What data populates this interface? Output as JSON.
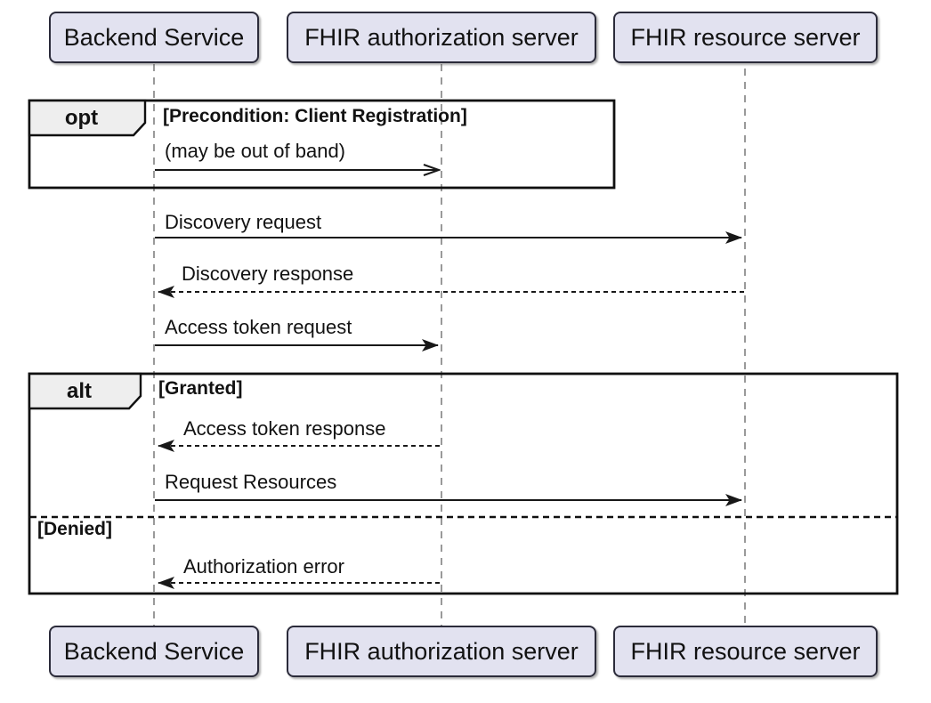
{
  "diagram": {
    "type": "uml-sequence-diagram",
    "participants": [
      {
        "name": "Backend Service"
      },
      {
        "name": "FHIR authorization server"
      },
      {
        "name": "FHIR resource server"
      }
    ],
    "fragments": {
      "opt": {
        "operator": "opt",
        "condition": "[Precondition: Client Registration]"
      },
      "alt": {
        "operator": "alt",
        "branches": [
          {
            "condition": "[Granted]"
          },
          {
            "condition": "[Denied]"
          }
        ]
      }
    },
    "messages": [
      {
        "label": "(may be out of band)",
        "from": "Backend Service",
        "to": "FHIR authorization server",
        "line": "solid",
        "arrowhead": "open"
      },
      {
        "label": "Discovery request",
        "from": "Backend Service",
        "to": "FHIR resource server",
        "line": "solid",
        "arrowhead": "filled"
      },
      {
        "label": "Discovery response",
        "from": "FHIR resource server",
        "to": "Backend Service",
        "line": "dashed",
        "arrowhead": "filled"
      },
      {
        "label": "Access token request",
        "from": "Backend Service",
        "to": "FHIR authorization server",
        "line": "solid",
        "arrowhead": "filled"
      },
      {
        "label": "Access token response",
        "from": "FHIR authorization server",
        "to": "Backend Service",
        "line": "dashed",
        "arrowhead": "filled"
      },
      {
        "label": "Request Resources",
        "from": "Backend Service",
        "to": "FHIR resource server",
        "line": "solid",
        "arrowhead": "filled"
      },
      {
        "label": "Authorization error",
        "from": "FHIR authorization server",
        "to": "Backend Service",
        "line": "dashed",
        "arrowhead": "filled"
      }
    ],
    "colors": {
      "background": "#FFFFFF",
      "participant_fill": "#E2E2F0",
      "participant_border": "#2B2B3A",
      "fragment_border": "#101010",
      "fragment_tab_fill": "#EEEEEE",
      "lifeline": "#9A9A9A",
      "message_line": "#181818",
      "text": "#121212"
    }
  }
}
